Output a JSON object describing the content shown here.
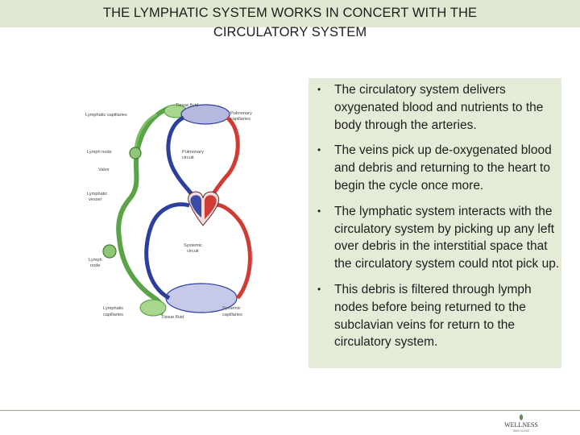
{
  "title": {
    "line1": "THE LYMPHATIC SYSTEM WORKS IN CONCERT WITH THE",
    "line2": "CIRCULATORY SYSTEM"
  },
  "bullets": [
    "The circulatory system delivers oxygenated blood and nutrients to the body through the arteries.",
    "The veins pick up de-oxygenated blood and debris and returning to the heart to begin the cycle once more.",
    "The lymphatic system interacts with the circulatory system by picking up any left over debris in the interstitial space that the circulatory system could ntot pick up.",
    "This debris is filtered through lymph nodes before being returned to the subclavian veins for return to the circulatory system."
  ],
  "bullet_marker": "•",
  "diagram": {
    "labels": {
      "lymphatic_capillaries_top": "Lymphatic capillaries",
      "tissue_fluid_top": "Tissue fluid",
      "pulmonary_capillaries_1": "Pulmonary",
      "pulmonary_capillaries_2": "capillaries",
      "lymph_node_1": "Lymph node",
      "pulmonary_circuit_1": "Pulmonary",
      "pulmonary_circuit_2": "circuit",
      "valve": "Valve",
      "lymphatic_vessel_1": "Lymphatic",
      "lymphatic_vessel_2": "vessel",
      "systemic_circuit_1": "Systemic",
      "systemic_circuit_2": "circuit",
      "lymph_node_2_1": "Lymph",
      "lymph_node_2_2": "node",
      "lymphatic_capillaries_bottom_1": "Lymphatic",
      "lymphatic_capillaries_bottom_2": "capillaries",
      "tissue_fluid_bottom": "Tissue fluid",
      "systemic_capillaries_1": "Systemic",
      "systemic_capillaries_2": "capillaries"
    },
    "colors": {
      "lymph": "#5aa346",
      "vein": "#2d3f9c",
      "artery": "#d23a34"
    }
  },
  "logo": {
    "name": "WELLNESS",
    "sub": "SKIN CLINIC"
  }
}
